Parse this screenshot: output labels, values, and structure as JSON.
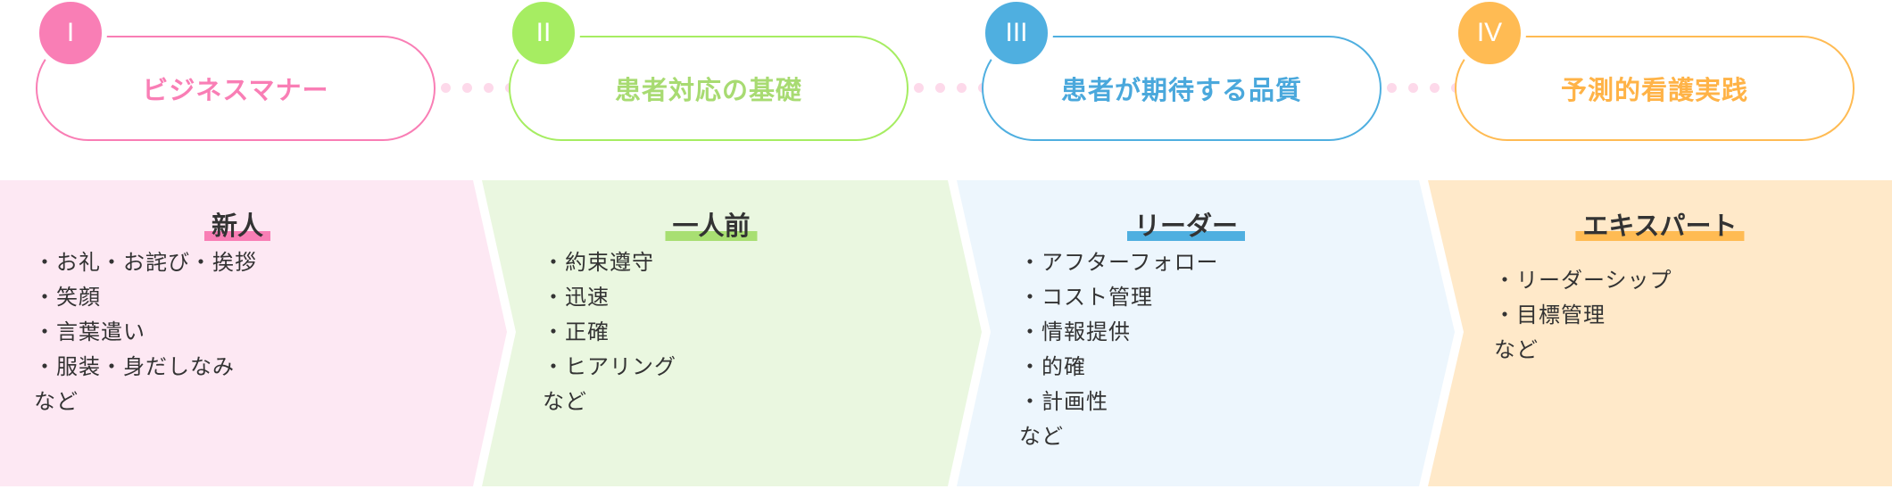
{
  "colors": {
    "pink": "#f97eb5",
    "green": "#a6ed62",
    "blue": "#4fafe0",
    "orange": "#ffbb53",
    "pink_bg": "#fde8f3",
    "green_bg": "#eaf7e0",
    "blue_bg": "#edf6fd",
    "orange_bg": "#ffe9c9",
    "dot": "#fdd9ea"
  },
  "steps": [
    {
      "numeral": "I",
      "title": "ビジネスマナー",
      "color": "#f97eb5",
      "text_color": "#f97eb5"
    },
    {
      "numeral": "II",
      "title": "患者対応の基礎",
      "color": "#a6ed62",
      "text_color": "#a8db72"
    },
    {
      "numeral": "III",
      "title": "患者が期待する品質",
      "color": "#4fafe0",
      "text_color": "#4aa8dc"
    },
    {
      "numeral": "IV",
      "title": "予測的看護実践",
      "color": "#ffbb53",
      "text_color": "#ffb347"
    }
  ],
  "levels": [
    {
      "title": "新人",
      "items": [
        "・お礼・お詫び・挨拶",
        "・笑顔",
        "・言葉遣い",
        "・服装・身だしなみ",
        "など"
      ]
    },
    {
      "title": "一人前",
      "items": [
        "・約束遵守",
        "・迅速",
        "・正確",
        "・ヒアリング",
        "など"
      ]
    },
    {
      "title": "リーダー",
      "items": [
        "・アフターフォロー",
        "・コスト管理",
        "・情報提供",
        "・的確",
        "・計画性",
        "など"
      ]
    },
    {
      "title": "エキスパート",
      "items": [
        "・リーダーシップ",
        "・目標管理",
        "など"
      ]
    }
  ]
}
